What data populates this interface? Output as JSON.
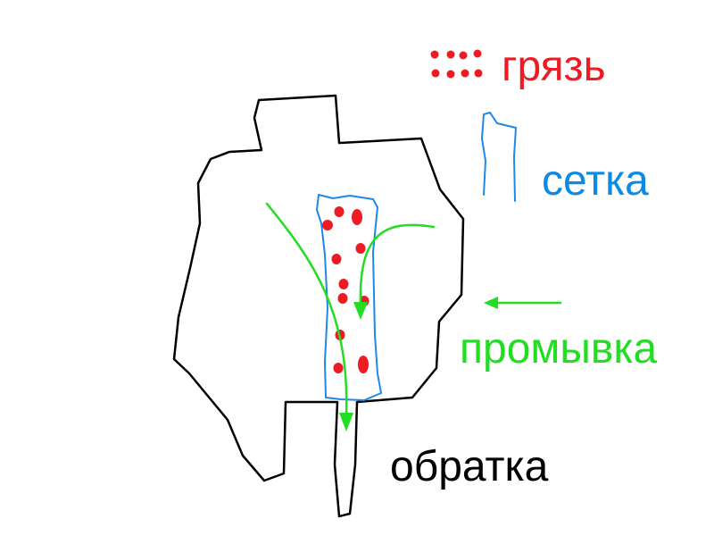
{
  "legend": {
    "dirt_label": "грязь",
    "mesh_label": "сетка",
    "flush_label": "промывка",
    "return_label": "обратка"
  },
  "colors": {
    "body_outline": "#000000",
    "mesh": "#1e88e5",
    "dirt": "#ed1c24",
    "flow": "#22dd22",
    "label_dirt": "#ed1c24",
    "label_mesh": "#0b8ae6",
    "label_flush": "#22dd22",
    "label_return": "#000000"
  }
}
